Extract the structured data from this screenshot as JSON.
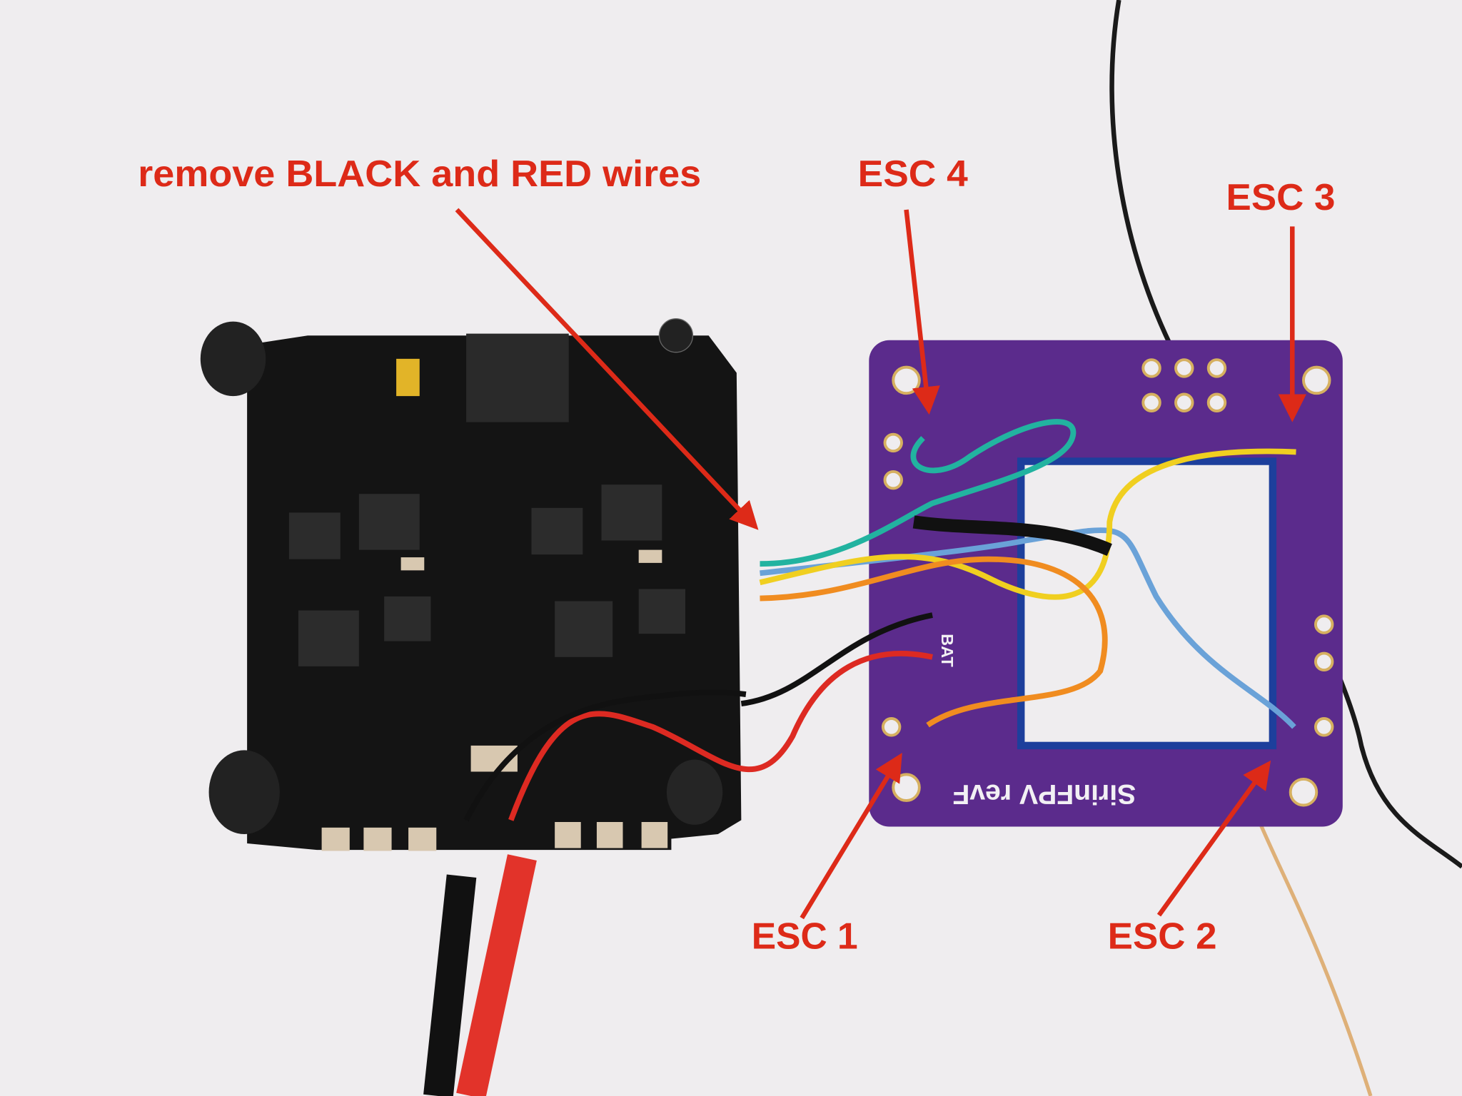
{
  "annotations": {
    "remove_wires": "remove BLACK and RED wires",
    "esc4": "ESC 4",
    "esc3": "ESC 3",
    "esc1": "ESC 1",
    "esc2": "ESC 2"
  },
  "board_silkscreen": {
    "name": "SirinFPV revF",
    "bat": "BAT"
  },
  "colors": {
    "annotation": "#dd2a18",
    "flight_controller_pcb": "#5b2b8c",
    "esc_pcb": "#141414",
    "background": "#efedef"
  }
}
